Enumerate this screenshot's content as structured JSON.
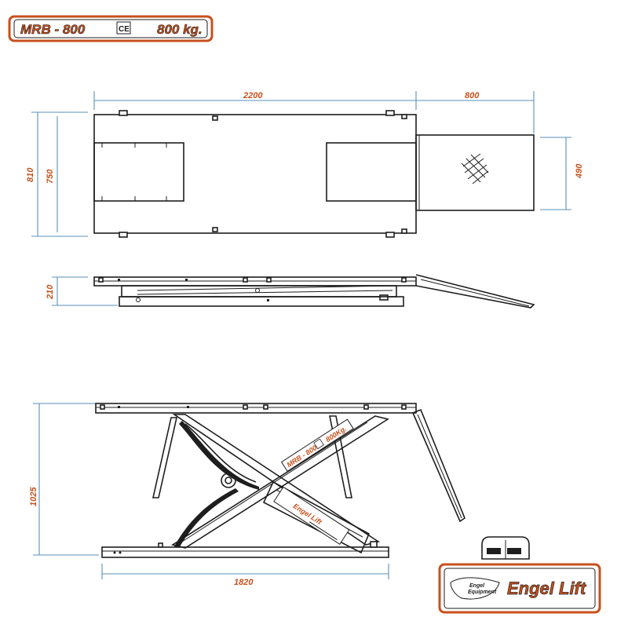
{
  "badge": {
    "model": "MRB - 800",
    "ce_mark": "CE",
    "capacity": "800 kg."
  },
  "dimensions": {
    "top_length": "2200",
    "ramp_length": "800",
    "overall_width": "810",
    "inner_width": "750",
    "ramp_width": "490",
    "lowered_height": "210",
    "raised_height": "1025",
    "base_length": "1820"
  },
  "stickers": {
    "model": "MRB - 800",
    "capacity": "800Kg.",
    "brand": "Engel Lift"
  },
  "logo": {
    "brand": "Engel Lift",
    "emblem_line1": "Engel",
    "emblem_line2": "Equipment"
  },
  "colors": {
    "accent": "#c8501c",
    "dimension_line": "#5a8fb8",
    "outline": "#1e1e1e"
  }
}
